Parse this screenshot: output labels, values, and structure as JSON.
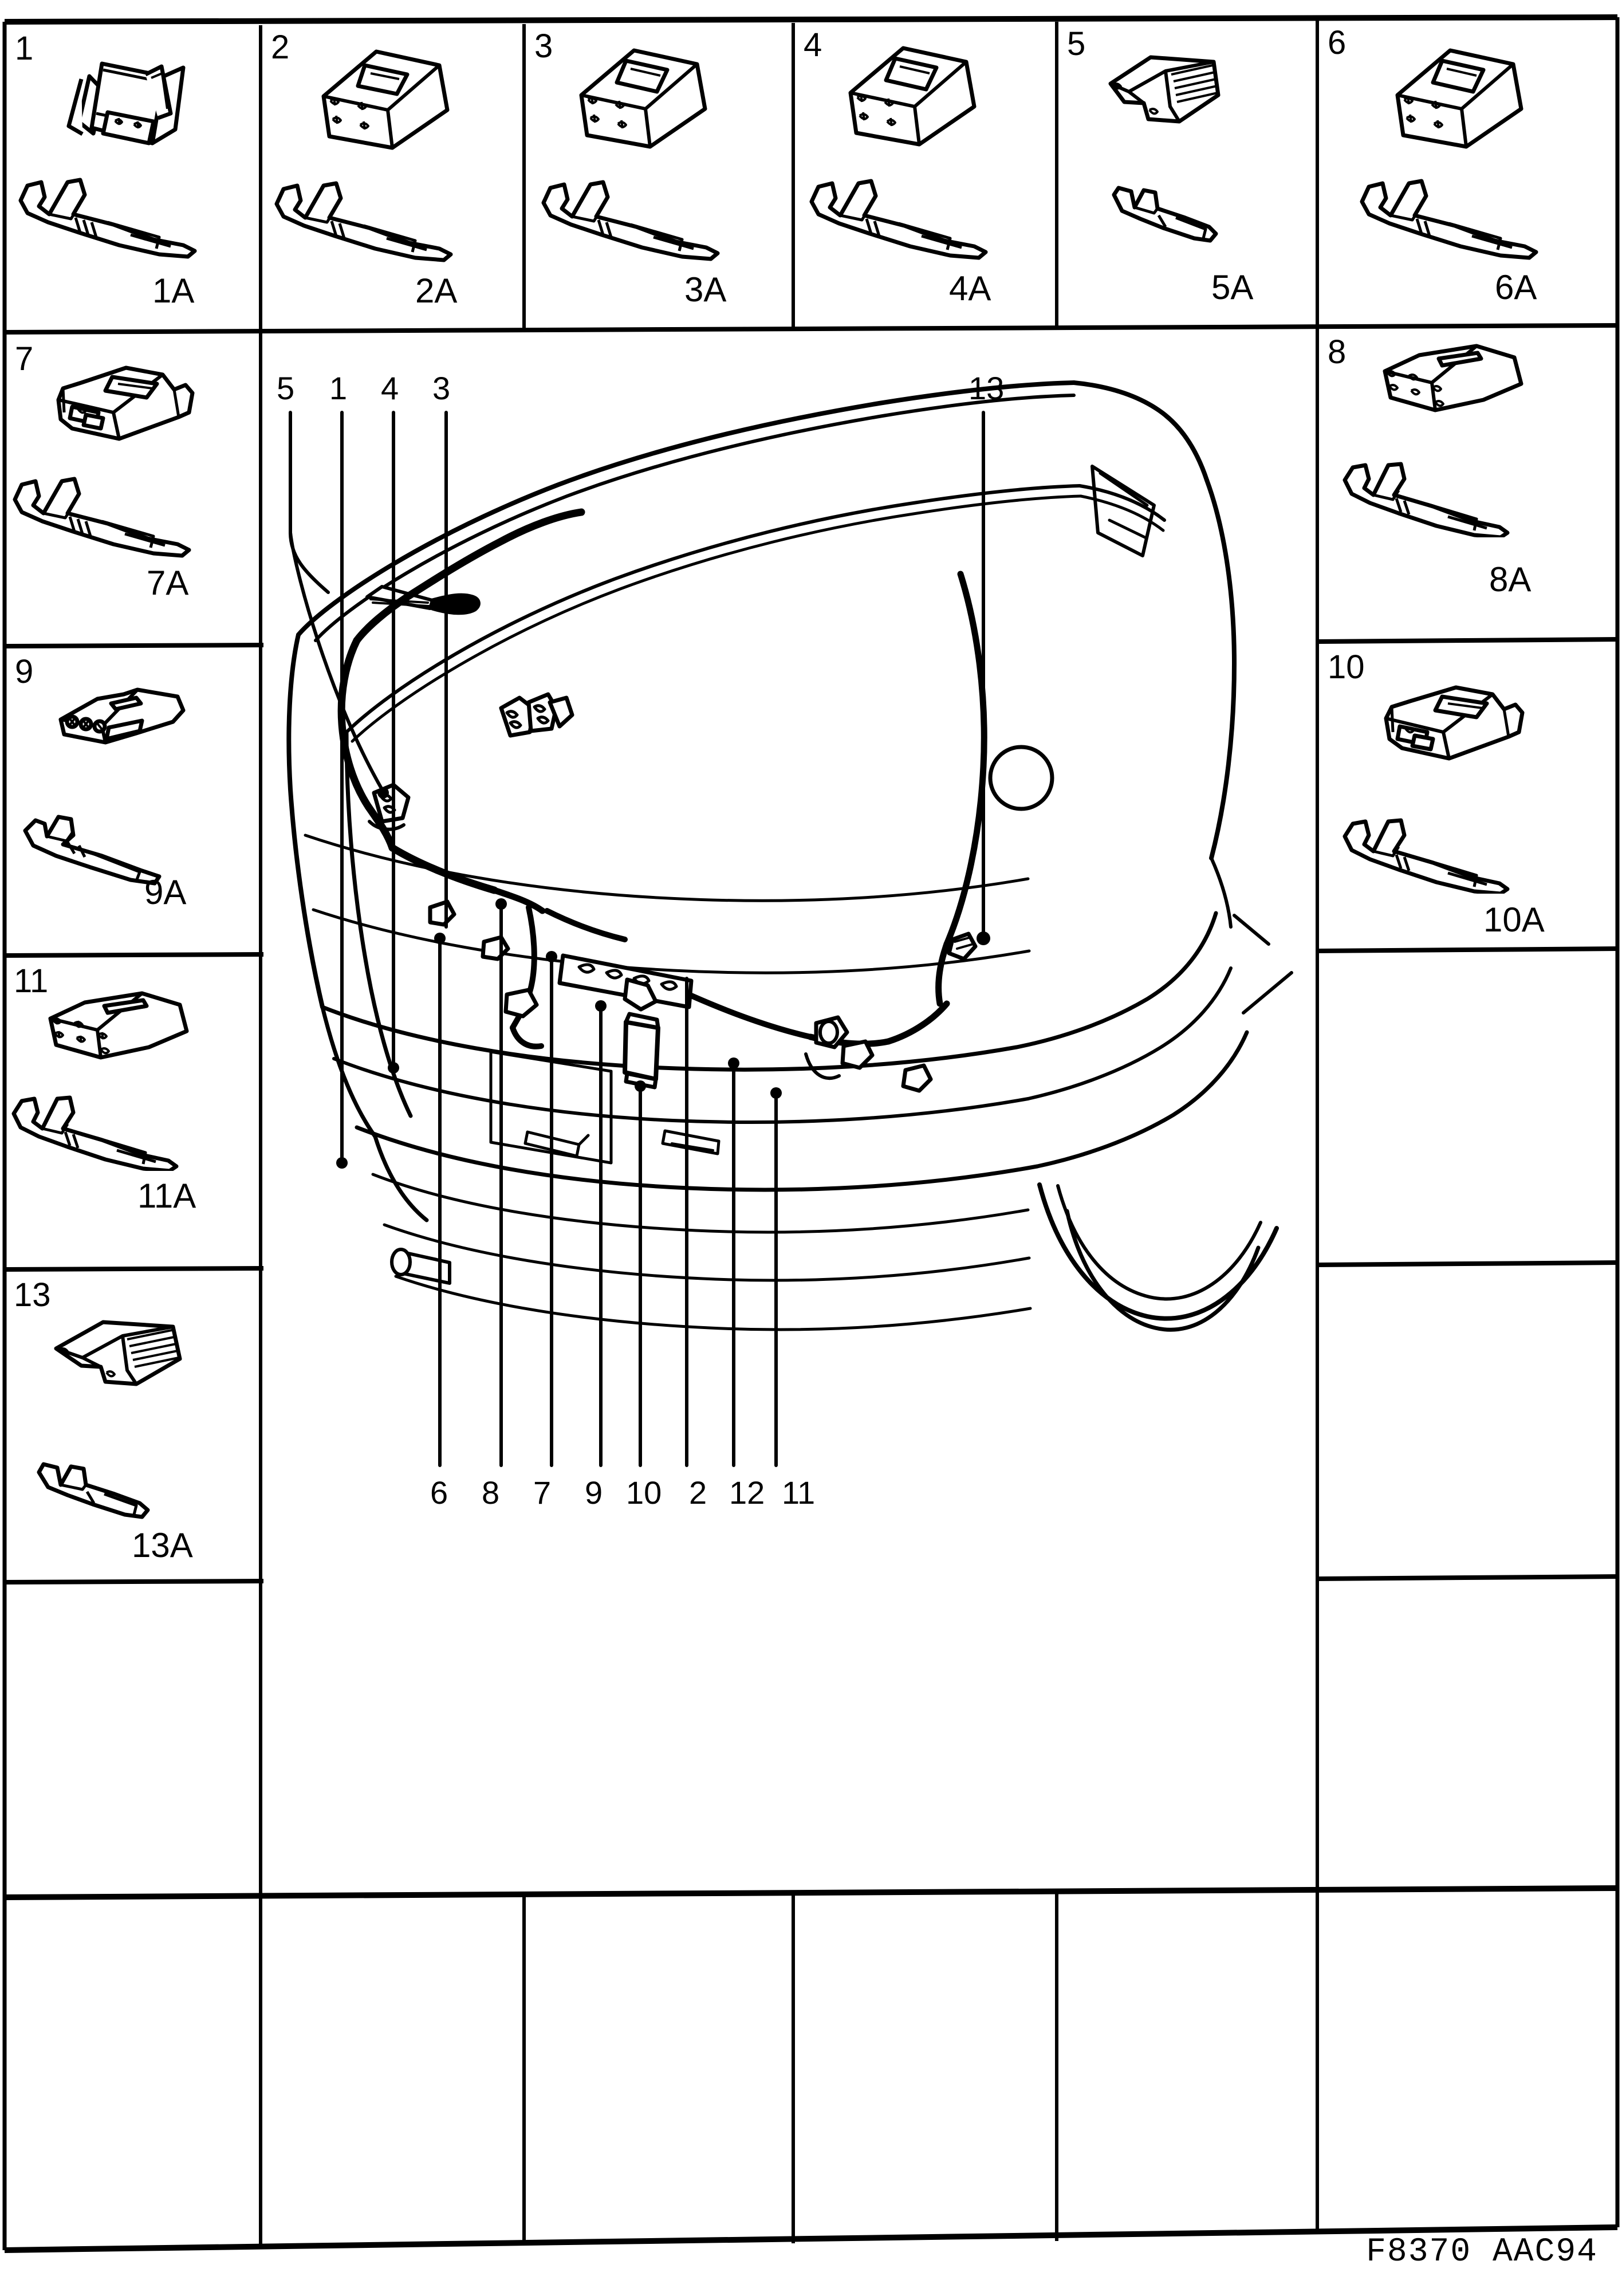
{
  "sheet": {
    "footer_code": "F8370  AAC94",
    "line_color": "#000000",
    "background": "#ffffff"
  },
  "connector_cells": [
    {
      "id": "c1",
      "number": "1",
      "terminal_label": "1A",
      "connector_icon": "connector-housing-icon",
      "terminal_icon": "terminal-blade-icon"
    },
    {
      "id": "c2",
      "number": "2",
      "terminal_label": "2A",
      "connector_icon": "connector-housing-icon",
      "terminal_icon": "terminal-blade-icon"
    },
    {
      "id": "c3",
      "number": "3",
      "terminal_label": "3A",
      "connector_icon": "connector-housing-icon",
      "terminal_icon": "terminal-blade-icon"
    },
    {
      "id": "c4",
      "number": "4",
      "terminal_label": "4A",
      "connector_icon": "connector-housing-icon",
      "terminal_icon": "terminal-blade-icon"
    },
    {
      "id": "c5",
      "number": "5",
      "terminal_label": "5A",
      "connector_icon": "connector-cap-icon",
      "terminal_icon": "terminal-small-icon"
    },
    {
      "id": "c6",
      "number": "6",
      "terminal_label": "6A",
      "connector_icon": "connector-housing-icon",
      "terminal_icon": "terminal-blade-icon"
    },
    {
      "id": "c7",
      "number": "7",
      "terminal_label": "7A",
      "connector_icon": "connector-housing-icon",
      "terminal_icon": "terminal-blade-icon"
    },
    {
      "id": "c8",
      "number": "8",
      "terminal_label": "8A",
      "connector_icon": "connector-housing-icon",
      "terminal_icon": "terminal-blade-icon"
    },
    {
      "id": "c9",
      "number": "9",
      "terminal_label": "9A",
      "connector_icon": "connector-3way-icon",
      "terminal_icon": "terminal-blade-icon"
    },
    {
      "id": "c10",
      "number": "10",
      "terminal_label": "10A",
      "connector_icon": "connector-housing-icon",
      "terminal_icon": "terminal-blade-icon"
    },
    {
      "id": "c11",
      "number": "11",
      "terminal_label": "11A",
      "connector_icon": "connector-housing-icon",
      "terminal_icon": "terminal-blade-icon"
    },
    {
      "id": "c13",
      "number": "13",
      "terminal_label": "13A",
      "connector_icon": "connector-cap-icon",
      "terminal_icon": "terminal-small-icon"
    }
  ],
  "illustration": {
    "subject": "car-rear-three-quarter-view",
    "description": "Rear hatch wiring harness routing on a hatchback body",
    "top_callouts": [
      "5",
      "1",
      "4",
      "3"
    ],
    "top_right_callout": "13",
    "bottom_callouts": [
      "6",
      "8",
      "7",
      "9",
      "10",
      "2",
      "12",
      "11"
    ]
  }
}
